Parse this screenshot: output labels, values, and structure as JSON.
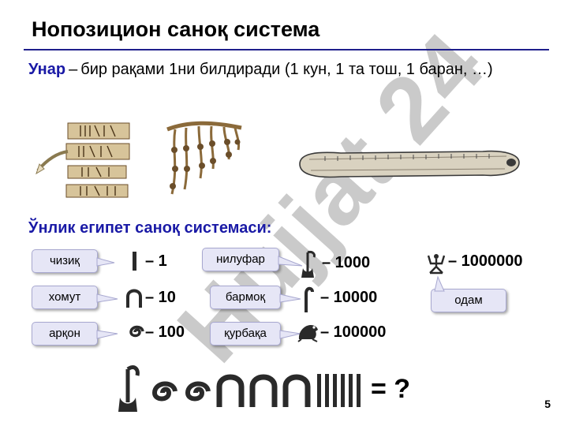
{
  "slide": {
    "title": "Нопозицион саноқ система",
    "unar_term": "Унар",
    "unar_dash": "–",
    "unar_text": "бир рақами 1ни билдиради (1 кун, 1 та тош, 1 баран, …)",
    "egypt_heading": "Ўнлик египет саноқ системаси:",
    "watermark": "Hujjat 24",
    "page_number": "5",
    "question": "= ?"
  },
  "hieroglyphs": [
    {
      "name": "чизиқ",
      "value": "– 1",
      "icon": "stroke-icon"
    },
    {
      "name": "хомут",
      "value": "– 10",
      "icon": "hobble-icon"
    },
    {
      "name": "арқон",
      "value": "– 100",
      "icon": "rope-coil-icon"
    },
    {
      "name": "нилуфар",
      "value": "– 1000",
      "icon": "lotus-icon"
    },
    {
      "name": "бармоқ",
      "value": "– 10000",
      "icon": "finger-icon"
    },
    {
      "name": "қурбақа",
      "value": "– 100000",
      "icon": "frog-icon"
    },
    {
      "name": "одам",
      "value": "– 1000000",
      "icon": "man-icon"
    }
  ],
  "colors": {
    "accent": "#1a1aa6",
    "bubble": "#e6e6f6",
    "rule": "#1f1f8c",
    "text": "#000000"
  }
}
